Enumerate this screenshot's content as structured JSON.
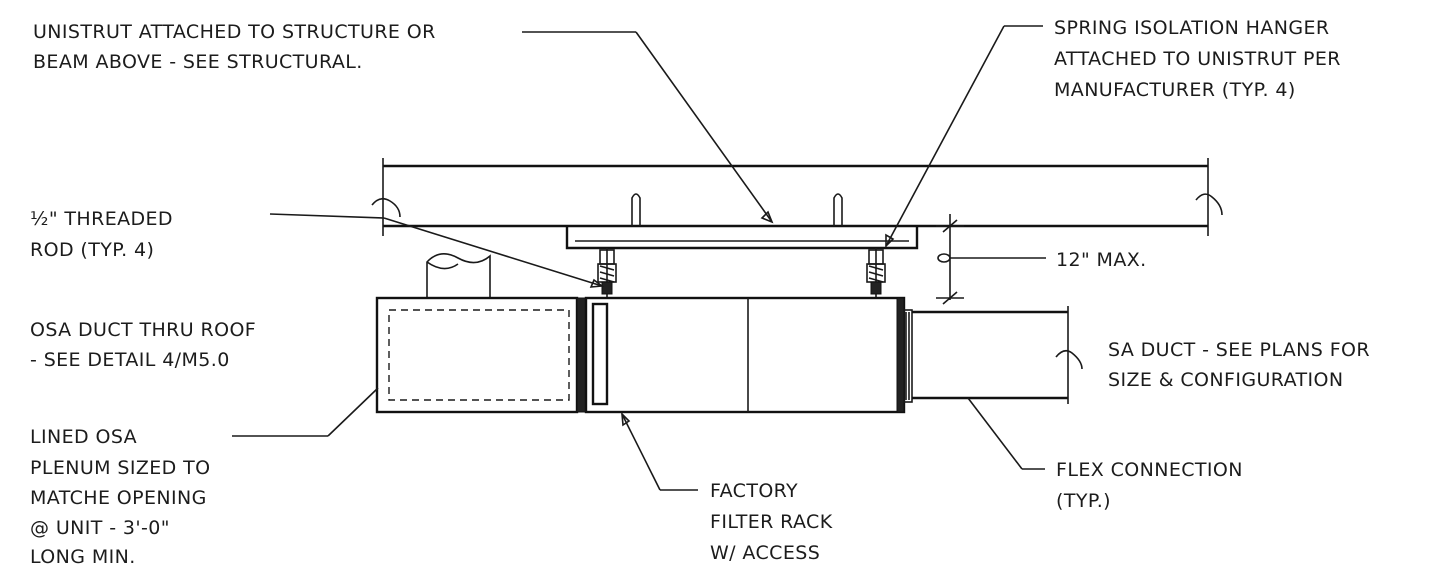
{
  "labels": {
    "unistrut": [
      "UNISTRUT ATTACHED  TO STRUCTURE OR",
      "BEAM ABOVE - SEE STRUCTURAL."
    ],
    "spring_hanger": [
      "SPRING ISOLATION HANGER",
      "ATTACHED TO UNISTRUT PER",
      "MANUFACTURER (TYP. 4)"
    ],
    "threaded_rod": [
      "½\" THREADED",
      "ROD (TYP. 4)"
    ],
    "max_dim": "12\" MAX.",
    "osa_duct": [
      "OSA DUCT  THRU ROOF",
      "- SEE DETAIL 4/M5.0"
    ],
    "sa_duct": [
      "SA DUCT - SEE PLANS FOR",
      "SIZE & CONFIGURATION"
    ],
    "lined_plenum": [
      "LINED OSA",
      "PLENUM SIZED TO",
      "MATCHE  OPENING",
      "@ UNIT - 3'-0\"",
      "LONG MIN."
    ],
    "filter_rack": [
      "FACTORY",
      "FILTER RACK",
      "W/ ACCESS"
    ],
    "flex_connection": [
      "FLEX CONNECTION",
      "(TYP.)"
    ]
  }
}
